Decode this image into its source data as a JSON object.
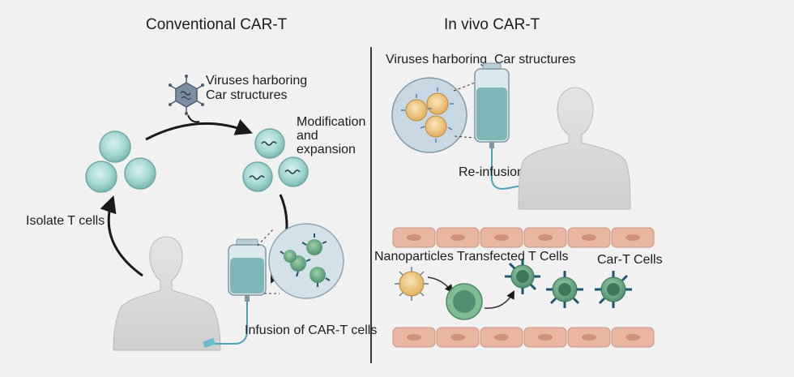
{
  "left_panel": {
    "title": "Conventional CAR-T",
    "virus_label_1": "Viruses harboring",
    "virus_label_2": "Car structures",
    "modification_1": "Modification",
    "modification_2": "and",
    "modification_3": "expansion",
    "isolate": "Isolate T cells",
    "infusion": "Infusion of CAR-T cells"
  },
  "right_panel": {
    "title": "In vivo CAR-T",
    "virus_label": "Viruses harboring  Car structures",
    "reinfusion": "Re-infusion",
    "nanoparticles": "Nanoparticles",
    "transfected": "Transfected T Cells",
    "cart": "Car-T Cells"
  },
  "colors": {
    "background": "#f1f1f1",
    "t_cell": "#9fd4cf",
    "car_t_cell": "#5aa07a",
    "receptor": "#1f5570",
    "vessel": "#e9b7a1",
    "virus": "#e9c178",
    "bag_fluid": "#7fb7b9",
    "body": "#d9d9d9"
  }
}
